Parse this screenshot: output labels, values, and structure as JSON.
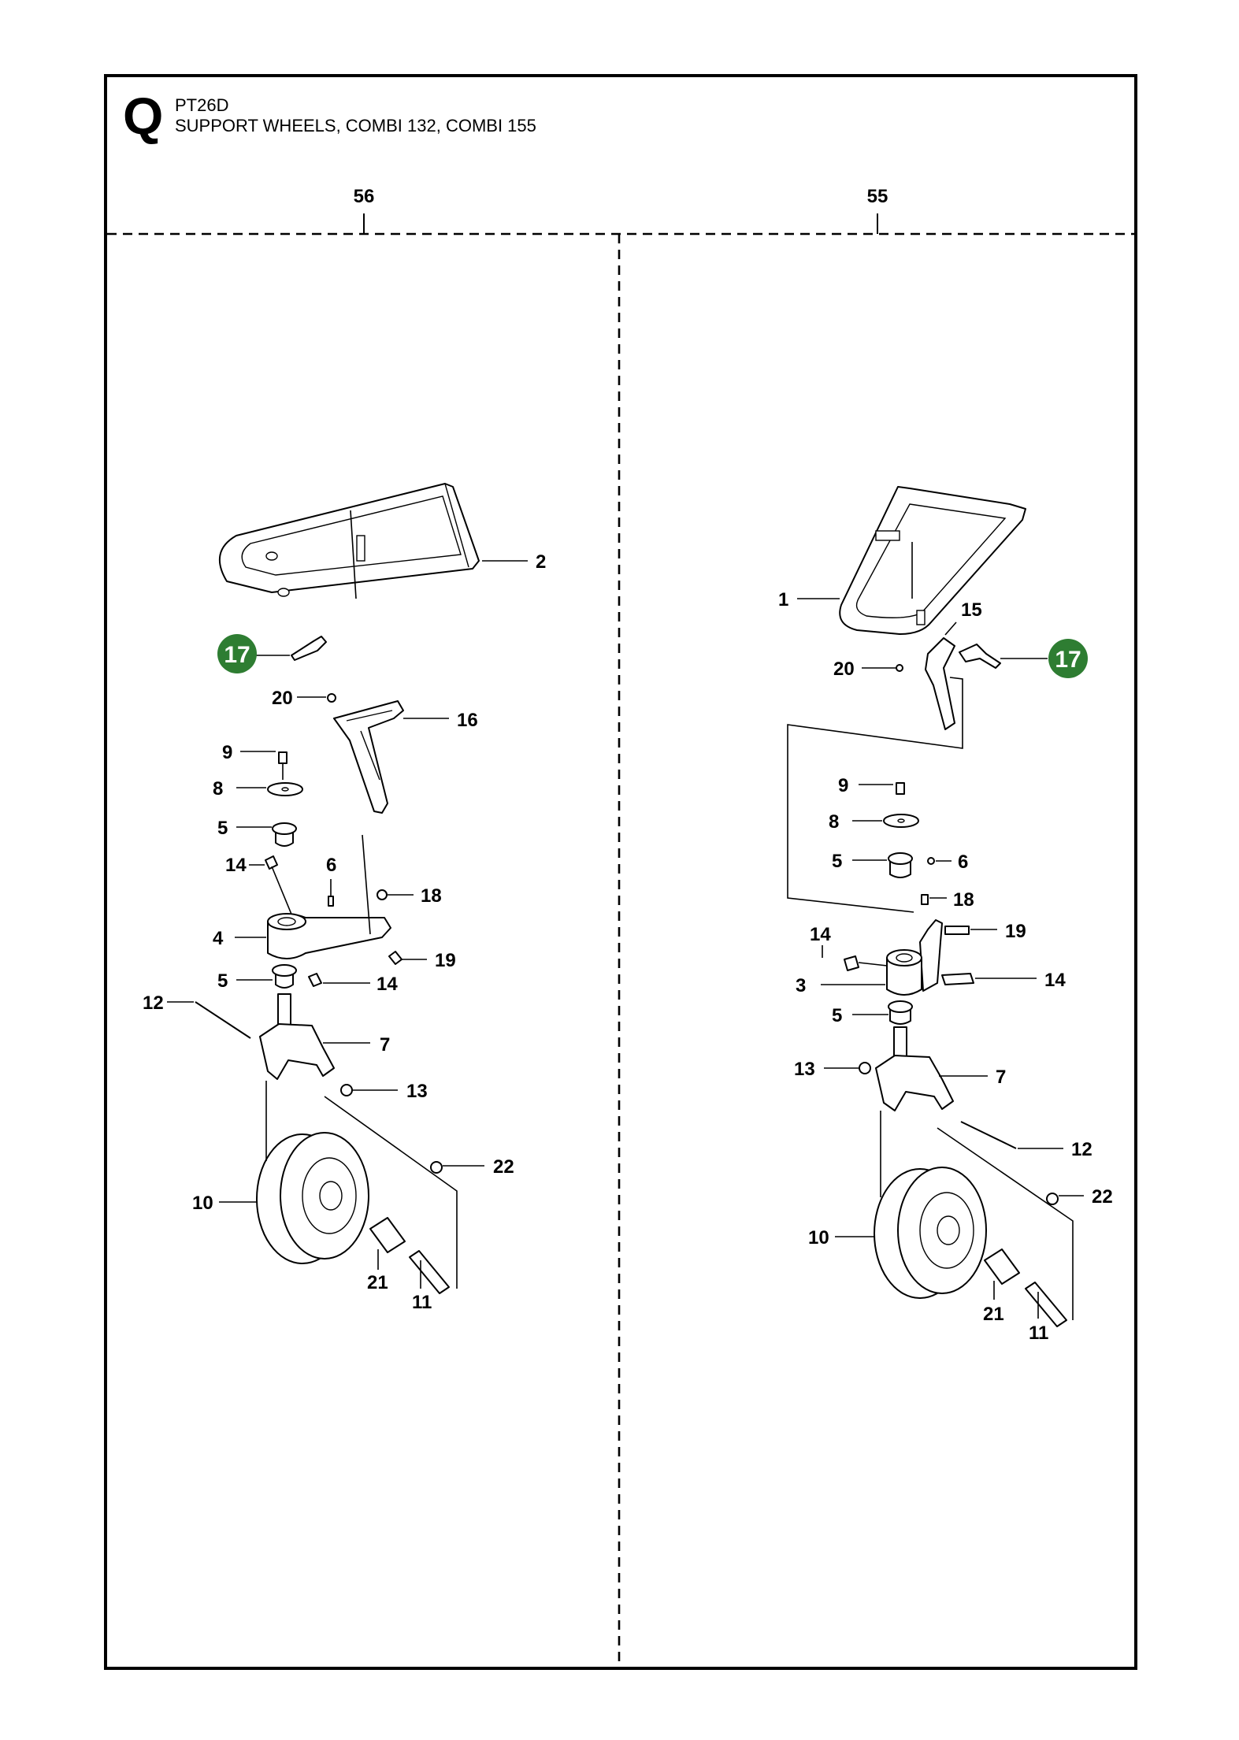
{
  "header": {
    "section_letter": "Q",
    "model": "PT26D",
    "title": "SUPPORT WHEELS, COMBI 132, COMBI 155"
  },
  "references": {
    "left": "56",
    "right": "55"
  },
  "colors": {
    "highlight": "#2e7d32",
    "line": "#000000"
  },
  "left_assembly": {
    "labels": [
      "2",
      "20",
      "16",
      "9",
      "8",
      "5",
      "14",
      "6",
      "18",
      "4",
      "19",
      "5",
      "14",
      "12",
      "7",
      "13",
      "22",
      "10",
      "21",
      "11"
    ],
    "highlight": "17"
  },
  "right_assembly": {
    "labels": [
      "1",
      "15",
      "20",
      "9",
      "8",
      "6",
      "5",
      "18",
      "19",
      "14",
      "14",
      "3",
      "5",
      "13",
      "7",
      "12",
      "22",
      "10",
      "21",
      "11"
    ],
    "highlight": "17"
  }
}
